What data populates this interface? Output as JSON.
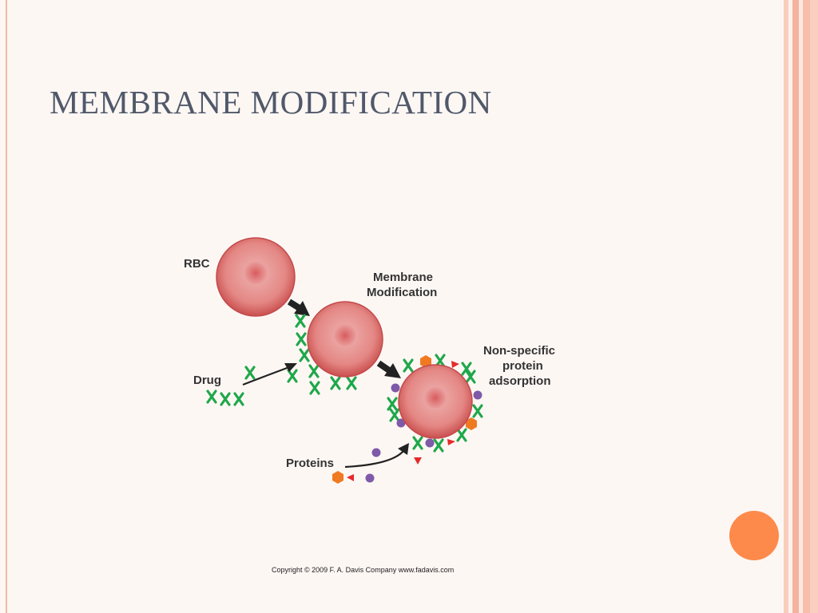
{
  "slide": {
    "title": "MEMBRANE MODIFICATION",
    "copyright": "Copyright © 2009   F. A. Davis Company   www.fadavis.com"
  },
  "diagram": {
    "labels": {
      "rbc": "RBC",
      "membrane_1": "Membrane",
      "membrane_2": "Modification",
      "drug": "Drug",
      "nonspecific_1": "Non-specific",
      "nonspecific_2": "protein",
      "nonspecific_3": "adsorption",
      "proteins": "Proteins"
    }
  },
  "colors": {
    "accent_orange": "#fd8a4b",
    "band_salmon": "#f4b9a3",
    "title_gray": "#50596a",
    "drug_green": "#1fa84a",
    "protein_purple": "#7e5aa8",
    "protein_red": "#e52a2a"
  }
}
